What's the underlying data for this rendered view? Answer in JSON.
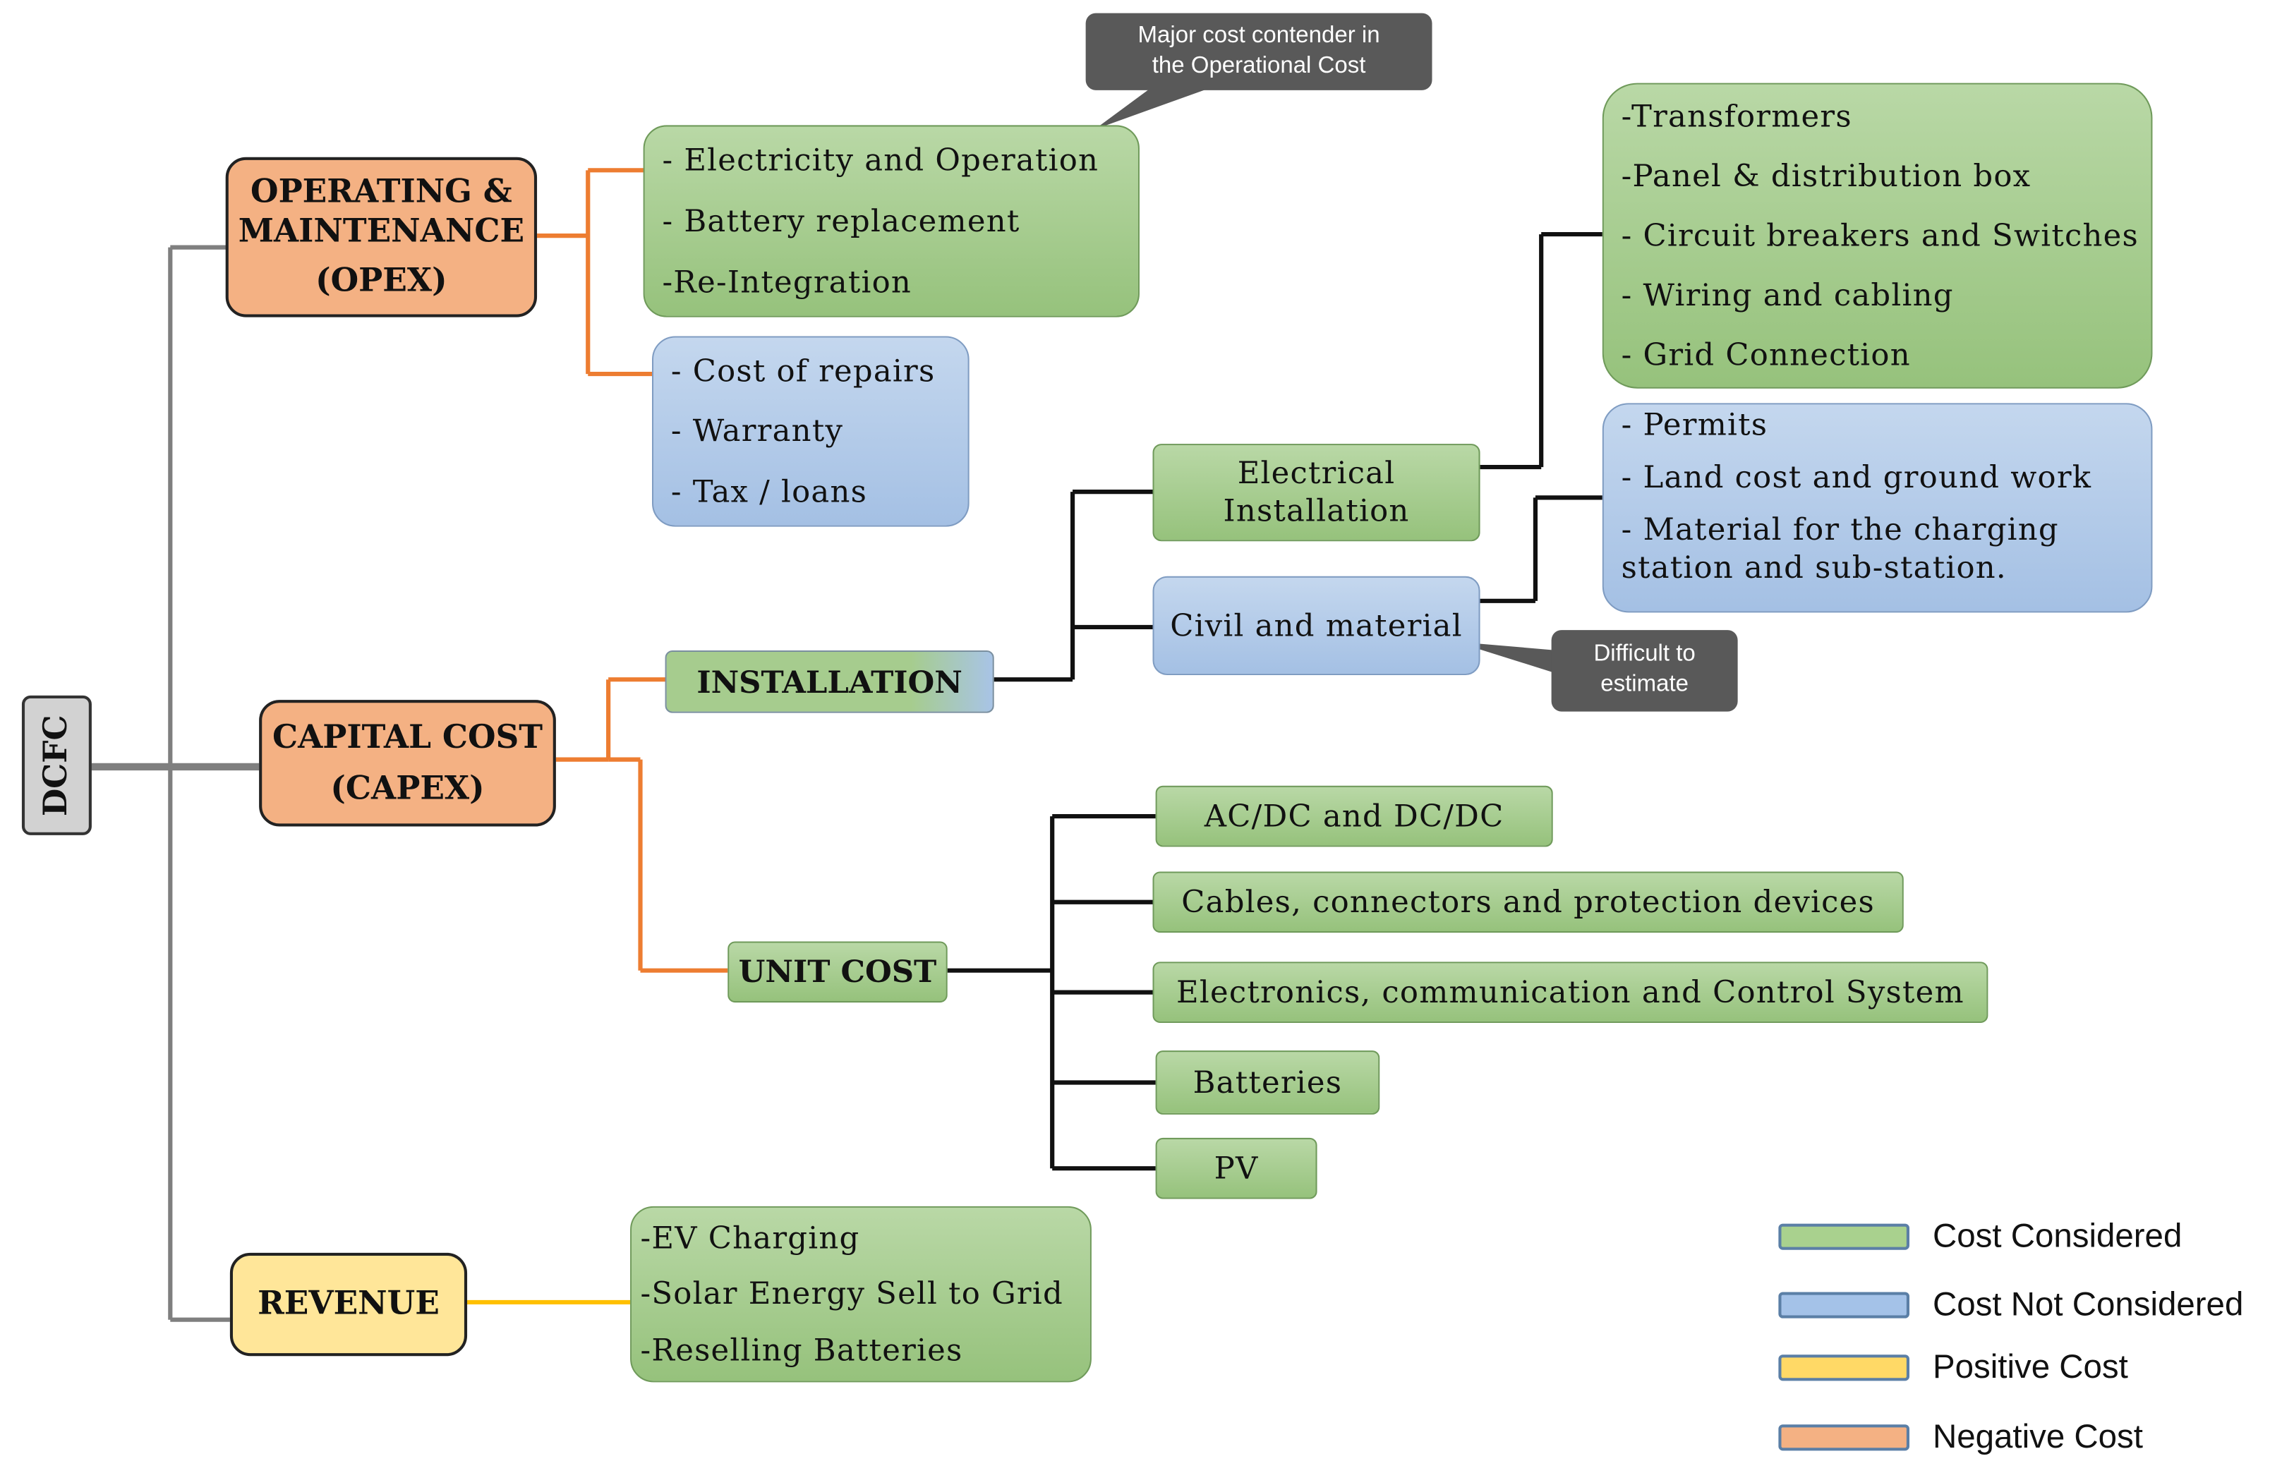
{
  "root": {
    "label": "DCFC"
  },
  "opex": {
    "title_line1": "OPERATING &",
    "title_line2": "MAINTENANCE",
    "title_line3": "(OPEX)"
  },
  "opex_green": [
    "- Electricity and Operation",
    "- Battery replacement",
    "-Re-Integration"
  ],
  "opex_blue": [
    "- Cost of repairs",
    "- Warranty",
    "- Tax / loans"
  ],
  "callout_major": {
    "line1": "Major cost contender in",
    "line2": "the Operational Cost"
  },
  "capex": {
    "title_line1": "CAPITAL COST",
    "title_line2": "(CAPEX)"
  },
  "installation": {
    "label": "INSTALLATION"
  },
  "electrical": {
    "line1": "Electrical",
    "line2": "Installation"
  },
  "civil": {
    "label": "Civil and material"
  },
  "callout_difficult": {
    "line1": "Difficult to",
    "line2": "estimate"
  },
  "electrical_items": [
    "-Transformers",
    "-Panel & distribution box",
    "- Circuit breakers and Switches",
    "- Wiring and cabling",
    "- Grid Connection"
  ],
  "civil_items": [
    "- Permits",
    "- Land cost and ground work",
    "- Material for the charging",
    "station and sub-station."
  ],
  "unit_cost": {
    "label": "UNIT COST"
  },
  "unit_items": [
    "AC/DC and DC/DC",
    "Cables, connectors and protection devices",
    "Electronics, communication and Control System",
    "Batteries",
    "PV"
  ],
  "revenue": {
    "label": "REVENUE"
  },
  "revenue_items": [
    "-EV Charging",
    "-Solar Energy Sell to Grid",
    "-Reselling Batteries"
  ],
  "legend": [
    {
      "label": "Cost Considered",
      "color": "#a9d18e"
    },
    {
      "label": "Cost Not Considered",
      "color": "#a4c2e8"
    },
    {
      "label": "Positive Cost",
      "color": "#ffd966"
    },
    {
      "label": "Negative Cost",
      "color": "#f4b183"
    }
  ],
  "colors": {
    "opex_connector": "#ed7d31",
    "revenue_connector": "#ffc000",
    "trunk": "#7f7f7f",
    "black": "#111111"
  }
}
